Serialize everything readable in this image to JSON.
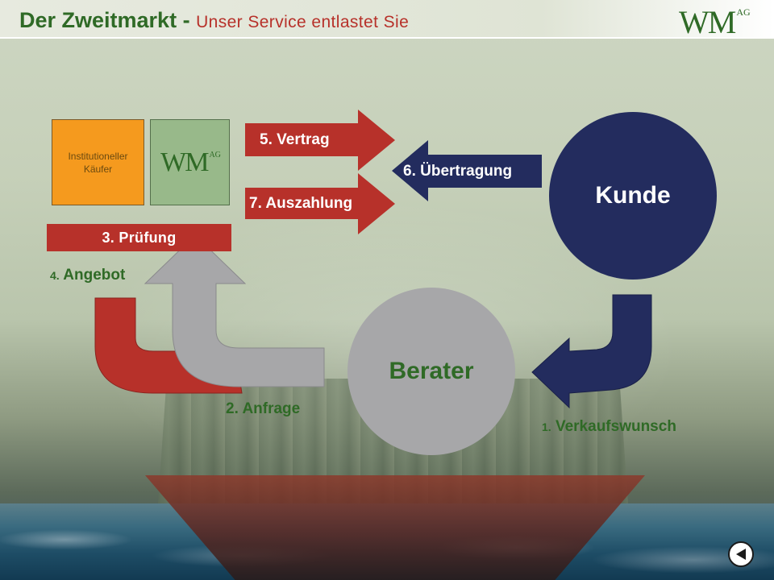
{
  "header": {
    "title": "Der Zweitmarkt - ",
    "subtitle": "Unser Service entlastet Sie"
  },
  "logo": {
    "text": "WM",
    "suffix": "AG"
  },
  "buyer_box": {
    "line1": "Institutioneller",
    "line2": "Käufer"
  },
  "steps": {
    "verkaufswunsch": {
      "num": "1.",
      "label": "Verkaufswunsch"
    },
    "anfrage": {
      "num": "2.",
      "label": "Anfrage"
    },
    "pruefung": "3. Prüfung",
    "angebot": {
      "num": "4.",
      "label": "Angebot"
    },
    "vertrag": "5. Vertrag",
    "uebertragung": "6. Übertragung",
    "auszahlung": "7. Auszahlung"
  },
  "nodes": {
    "kunde": "Kunde",
    "berater": "Berater"
  },
  "colors": {
    "green": "#2f6a26",
    "red": "#b7312a",
    "navy": "#232c5e",
    "grey": "#a7a7a9",
    "orange": "#f59a1e",
    "sage": "#98b98a"
  },
  "icons": {
    "back": "back-arrow-icon"
  }
}
